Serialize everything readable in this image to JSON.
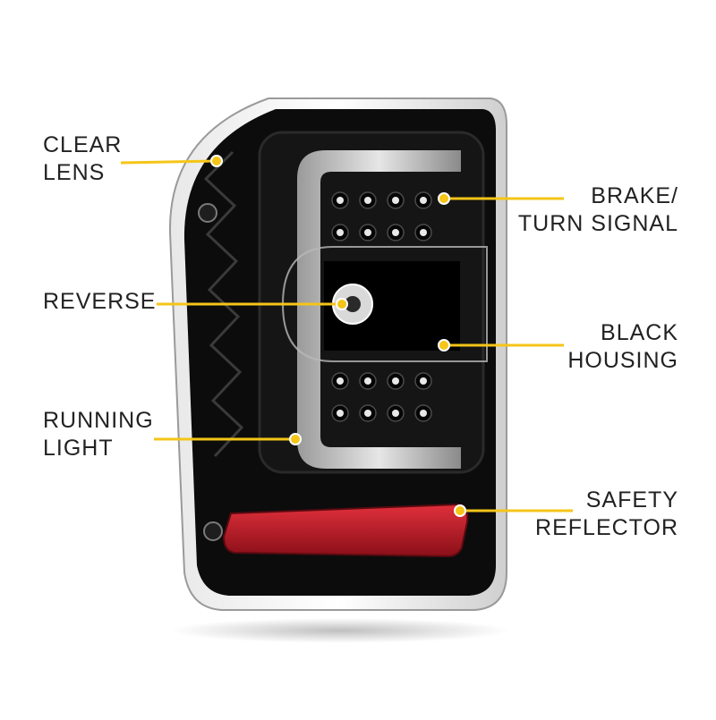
{
  "colors": {
    "accent": "#f5c518",
    "housing": "#0c0c0c",
    "reflector": "#c81e2a",
    "text": "#222222"
  },
  "callouts": {
    "clear_lens": {
      "line1": "CLEAR",
      "line2": "LENS"
    },
    "reverse": {
      "line1": "REVERSE"
    },
    "running_light": {
      "line1": "RUNNING",
      "line2": "LIGHT"
    },
    "brake_turn": {
      "line1": "BRAKE/",
      "line2": "TURN SIGNAL"
    },
    "black_housing": {
      "line1": "BLACK",
      "line2": "HOUSING"
    },
    "safety_reflector": {
      "line1": "SAFETY",
      "line2": "REFLECTOR"
    }
  }
}
